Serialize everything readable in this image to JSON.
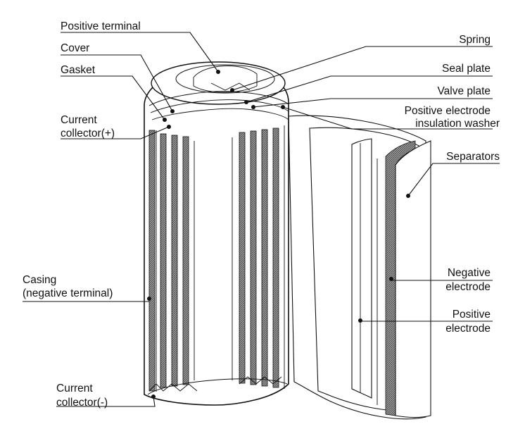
{
  "labels": {
    "positive_terminal": "Positive terminal",
    "cover": "Cover",
    "gasket": "Gasket",
    "current_collector_pos_1": "Current",
    "current_collector_pos_2": "collector(+)",
    "casing_1": "Casing",
    "casing_2": "(negative terminal)",
    "current_collector_neg_1": "Current",
    "current_collector_neg_2": "collector(-)",
    "spring": "Spring",
    "seal_plate": "Seal plate",
    "valve_plate": "Valve plate",
    "insulation_washer_1": "Positive electrode",
    "insulation_washer_2": "insulation washer",
    "separators": "Separators",
    "negative_electrode_1": "Negative",
    "negative_electrode_2": "electrode",
    "positive_electrode_1": "Positive",
    "positive_electrode_2": "electrode"
  }
}
